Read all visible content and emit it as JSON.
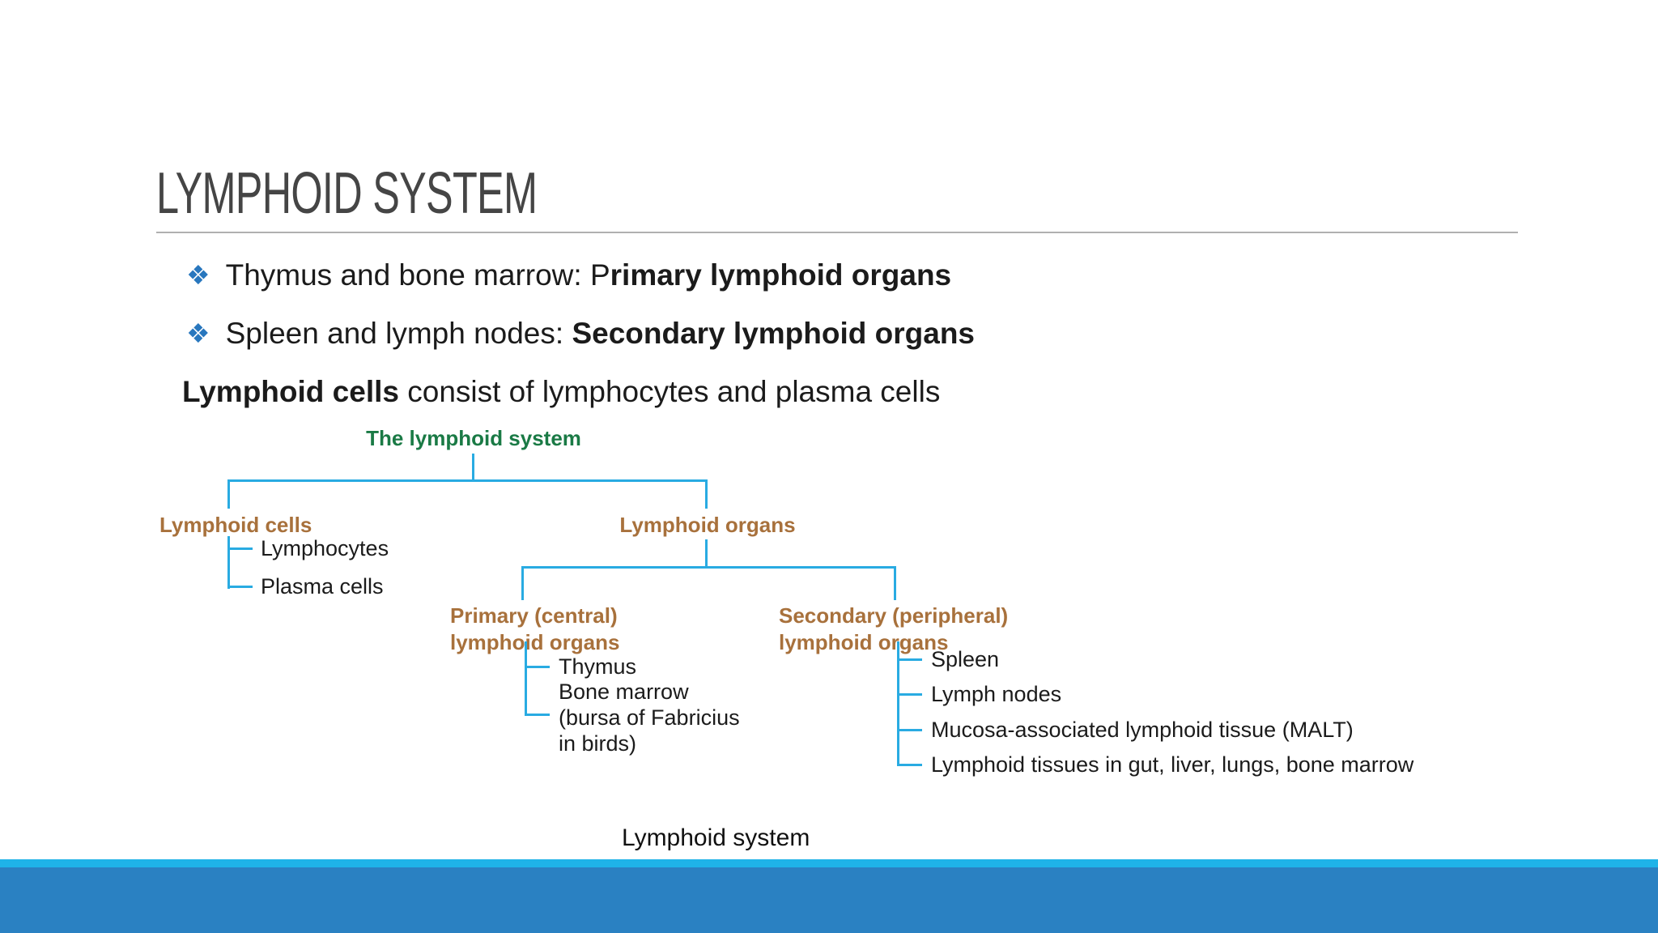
{
  "slide": {
    "title": "LYMPHOID SYSTEM",
    "bullet_glyph": "❖",
    "bullets": [
      {
        "pre": "Thymus and bone marrow: P",
        "bold": "rimary lymphoid organs"
      },
      {
        "pre": "Spleen and lymph nodes: ",
        "bold": "Secondary lymphoid organs"
      }
    ],
    "statement": {
      "bold": "Lymphoid cells",
      "rest": " consist of lymphocytes and plasma cells"
    },
    "caption": "Lymphoid system"
  },
  "diagram": {
    "root_label": "The lymphoid system",
    "cells": {
      "label": "Lymphoid cells",
      "children": [
        "Lymphocytes",
        "Plasma cells"
      ]
    },
    "organs_label": "Lymphoid organs",
    "primary": {
      "label": [
        "Primary (central)",
        "lymphoid organs"
      ],
      "children": [
        "Thymus",
        [
          "Bone marrow",
          "(bursa of Fabricius",
          "in birds)"
        ]
      ]
    },
    "secondary": {
      "label": [
        "Secondary (peripheral)",
        "lymphoid organs"
      ],
      "children": [
        "Spleen",
        "Lymph nodes",
        "Mucosa-associated lymphoid tissue (MALT)",
        "Lymphoid tissues in gut, liver, lungs, bone marrow"
      ]
    }
  },
  "colors": {
    "accent_blue": "#2877BE",
    "line_cyan": "#29ABE2",
    "green": "#1A7A45",
    "brown": "#A8713C",
    "title_gray": "#454545",
    "text_black": "#1B1B1B",
    "divider_gray": "#B0B0B0",
    "bar_light": "#1FB3E8",
    "bar_dark": "#2A81C2"
  }
}
